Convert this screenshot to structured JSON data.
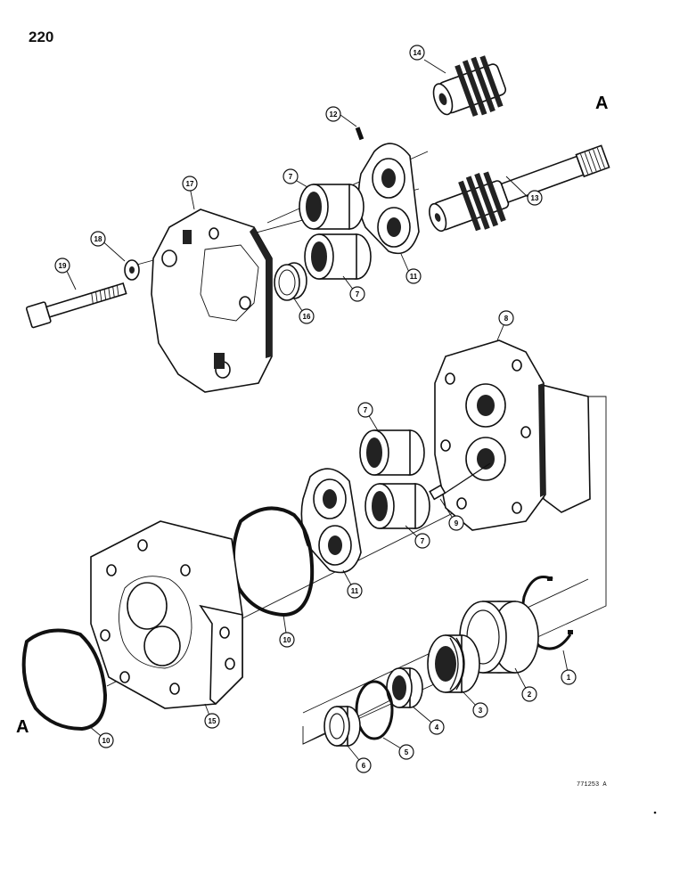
{
  "page": {
    "number": "220",
    "figure_code": "771253 A"
  },
  "references": {
    "a_top": "A",
    "a_bottom": "A"
  },
  "callouts": [
    "14",
    "12",
    "13",
    "17",
    "7",
    "7",
    "11",
    "18",
    "19",
    "16",
    "8",
    "7",
    "9",
    "7",
    "11",
    "10",
    "15",
    "10",
    "1",
    "2",
    "3",
    "4",
    "5",
    "6"
  ]
}
